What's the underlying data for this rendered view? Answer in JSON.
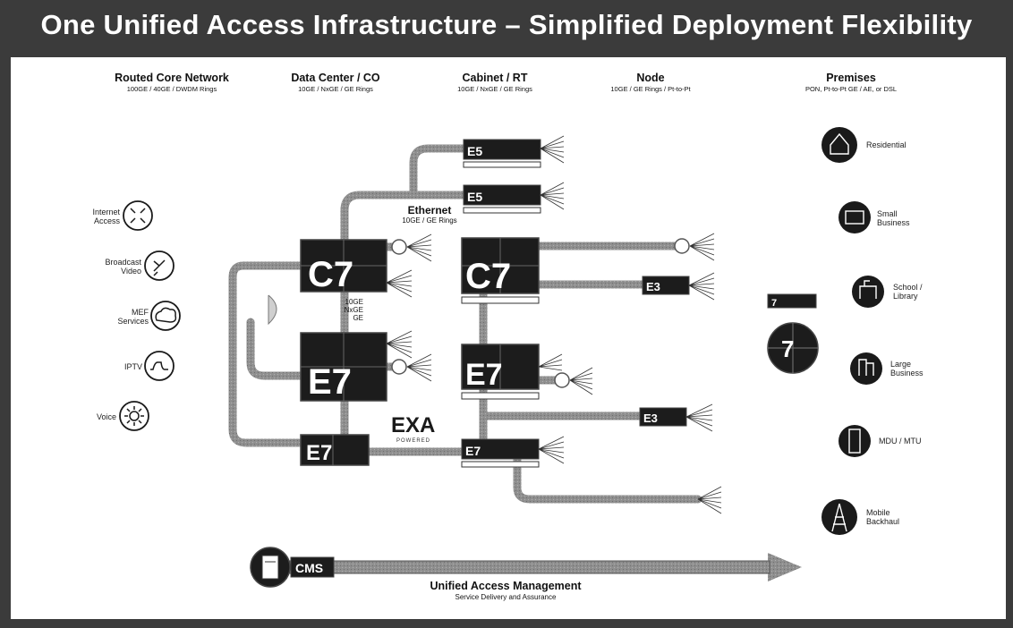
{
  "title": "One Unified Access Infrastructure – Simplified Deployment Flexibility",
  "columns": [
    {
      "heading": "Routed Core Network",
      "sub": "100GE / 40GE / DWDM Rings"
    },
    {
      "heading": "Data Center / CO",
      "sub": "10GE / NxGE / GE Rings"
    },
    {
      "heading": "Cabinet / RT",
      "sub": "10GE / NxGE / GE Rings"
    },
    {
      "heading": "Node",
      "sub": "10GE / GE Rings / Pt-to-Pt"
    },
    {
      "heading": "Premises",
      "sub": "PON, Pt-to-Pt GE / AE, or DSL"
    }
  ],
  "services": [
    {
      "label": "Internet\nAccess",
      "icon": "arrows-icon"
    },
    {
      "label": "Broadcast\nVideo",
      "icon": "satellite-icon"
    },
    {
      "label": "MEF\nServices",
      "icon": "cloud-icon"
    },
    {
      "label": "IPTV",
      "icon": "wave-icon"
    },
    {
      "label": "Voice",
      "icon": "sun-icon"
    }
  ],
  "premises": [
    {
      "label": "Residential",
      "icon": "house-icon"
    },
    {
      "label": "Small\nBusiness",
      "icon": "shop-icon"
    },
    {
      "label": "School /\nLibrary",
      "icon": "school-icon"
    },
    {
      "label": "Large\nBusiness",
      "icon": "building-icon"
    },
    {
      "label": "MDU / MTU",
      "icon": "tower-building-icon"
    },
    {
      "label": "Mobile\nBackhaul",
      "icon": "cell-tower-icon"
    }
  ],
  "devices": {
    "c7": "C7",
    "e7": "E7",
    "e5": "E5",
    "e3": "E3",
    "cms": "CMS",
    "premises_box": "7",
    "premises_round": "7"
  },
  "ethernet": {
    "label": "Ethernet",
    "sub": "10GE / GE Rings"
  },
  "link_label": [
    "10GE",
    "NxGE",
    "GE"
  ],
  "exa": {
    "logo": "EXA",
    "sub": "POWERED"
  },
  "management": {
    "label": "Unified Access Management",
    "sub": "Service Delivery and Assurance"
  },
  "colors": {
    "frame": "#3b3b3b",
    "device": "#1a1a1a",
    "line": "#8a8a8a",
    "white": "#ffffff"
  }
}
